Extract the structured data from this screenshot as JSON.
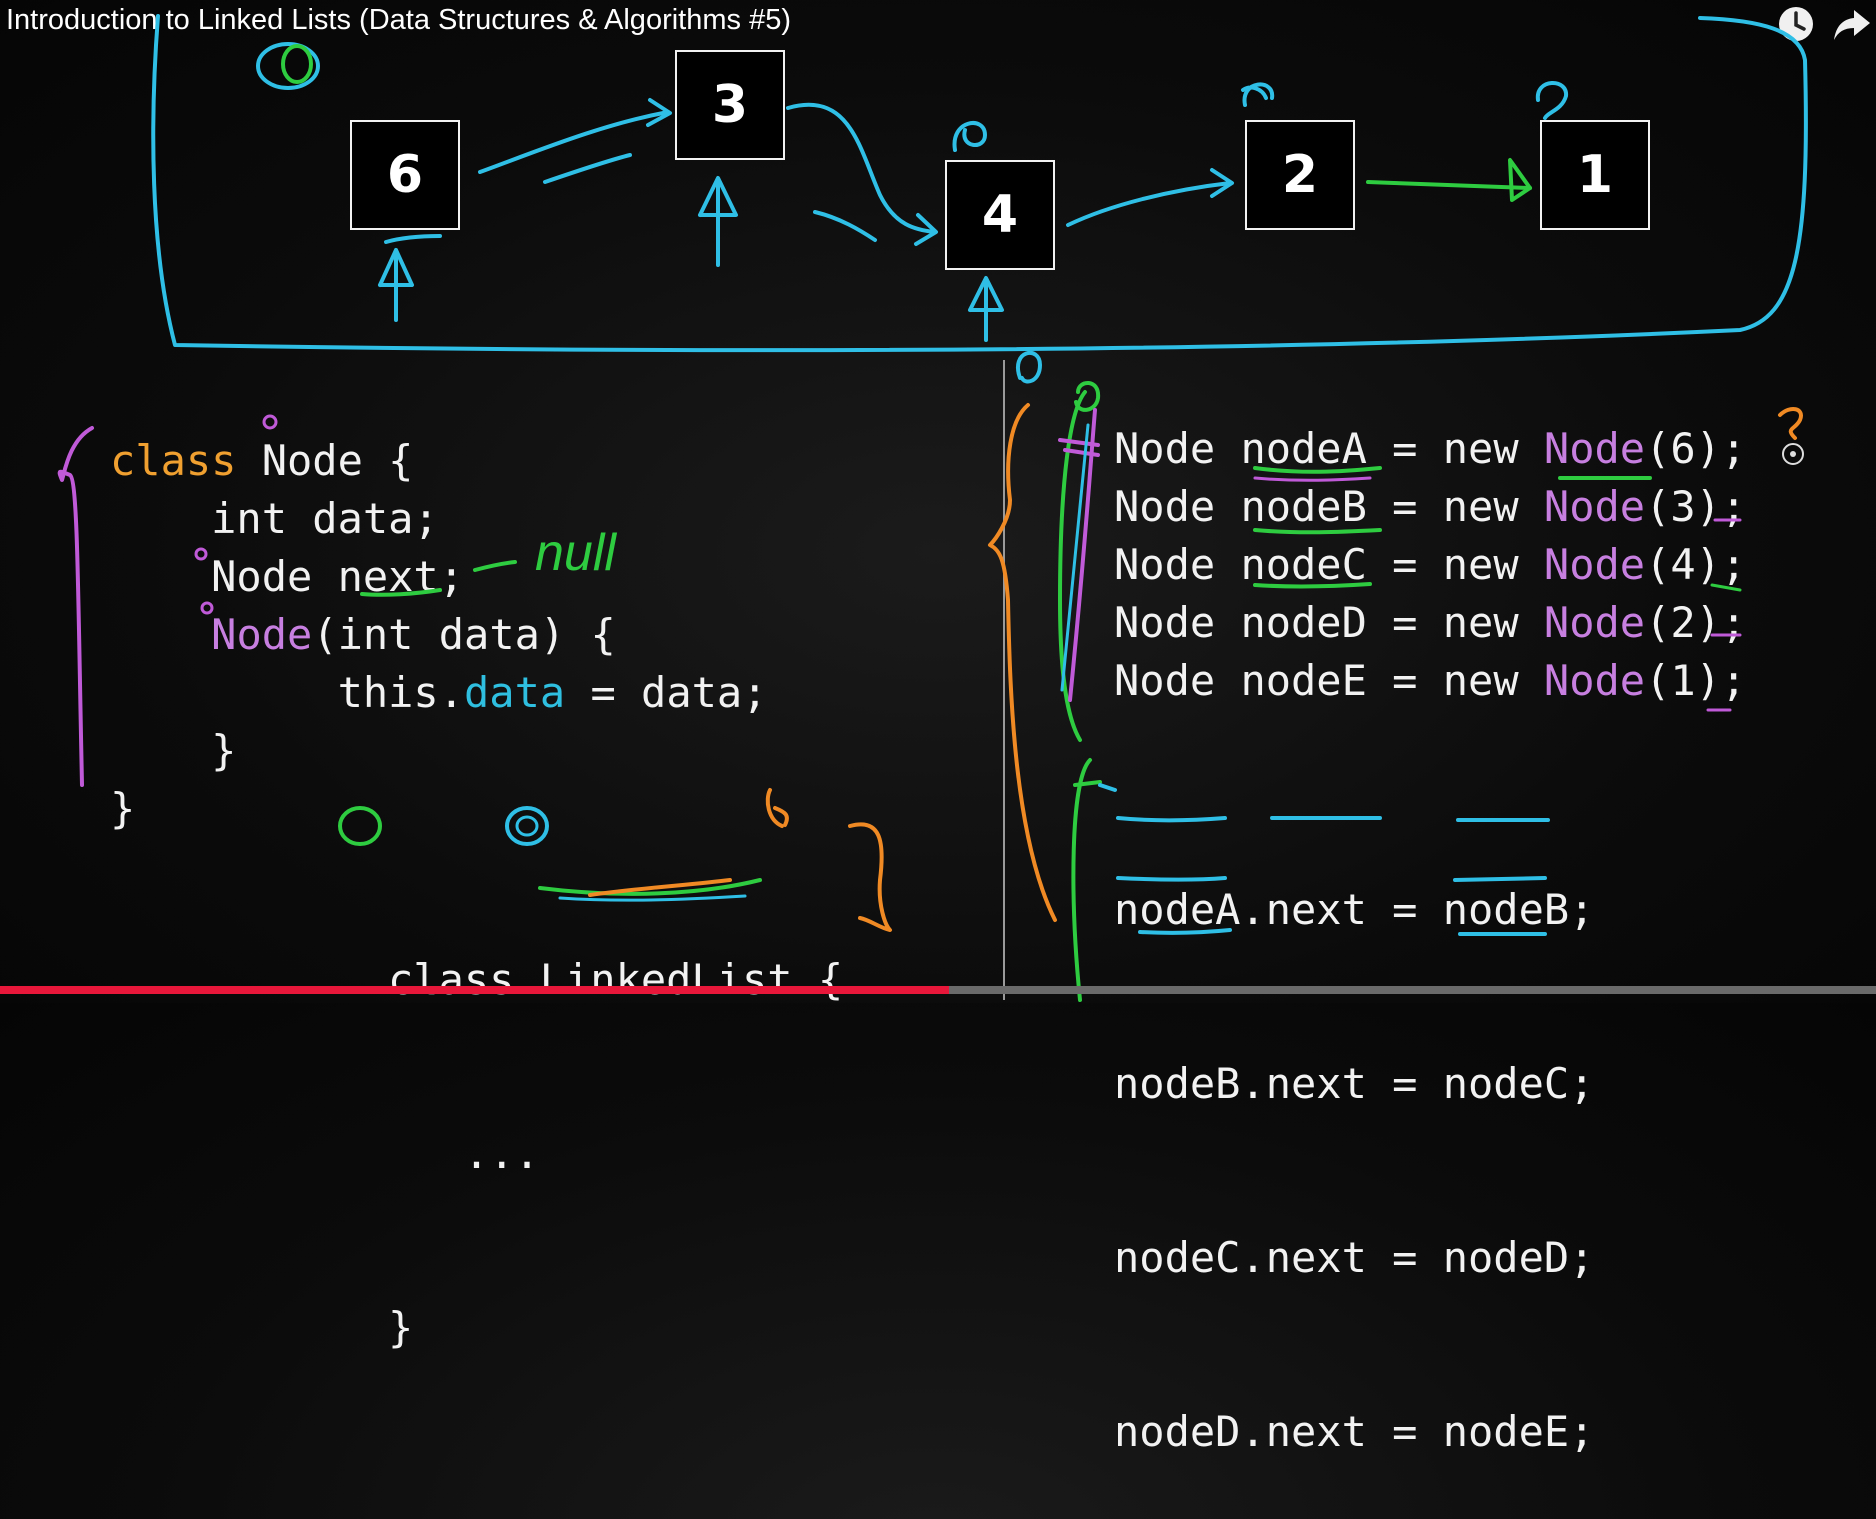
{
  "video": {
    "title": "Introduction to Linked Lists (Data Structures & Algorithms #5)",
    "progress": 0.506
  },
  "controls": {
    "watch_later_icon": "clock-icon",
    "share_icon": "share-arrow-icon"
  },
  "diagram": {
    "nodes": [
      "6",
      "3",
      "4",
      "2",
      "1"
    ]
  },
  "code_left": [
    {
      "parts": [
        {
          "t": "class ",
          "c": "kw"
        },
        {
          "t": "Node {",
          "c": "plain"
        }
      ]
    },
    {
      "parts": [
        {
          "t": "    int data;",
          "c": "plain"
        }
      ]
    },
    {
      "parts": [
        {
          "t": "    Node next;",
          "c": "plain"
        }
      ]
    },
    {
      "parts": [
        {
          "t": "    ",
          "c": "plain"
        },
        {
          "t": "Node",
          "c": "cls"
        },
        {
          "t": "(int data) {",
          "c": "plain"
        }
      ]
    },
    {
      "parts": [
        {
          "t": "         this.",
          "c": "plain"
        },
        {
          "t": "data",
          "c": "prop"
        },
        {
          "t": " = data;",
          "c": "plain"
        }
      ]
    },
    {
      "parts": [
        {
          "t": "    }",
          "c": "plain"
        }
      ]
    },
    {
      "parts": [
        {
          "t": "}",
          "c": "plain"
        }
      ]
    }
  ],
  "code_linkedlist": [
    "class LinkedList {",
    "   ...",
    "}"
  ],
  "code_right_decl": [
    {
      "type": "Node",
      "var": "nodeA",
      "kw": "new",
      "cls": "Node",
      "arg": "6"
    },
    {
      "type": "Node",
      "var": "nodeB",
      "kw": "new",
      "cls": "Node",
      "arg": "3"
    },
    {
      "type": "Node",
      "var": "nodeC",
      "kw": "new",
      "cls": "Node",
      "arg": "4"
    },
    {
      "type": "Node",
      "var": "nodeD",
      "kw": "new",
      "cls": "Node",
      "arg": "2"
    },
    {
      "type": "Node",
      "var": "nodeE",
      "kw": "new",
      "cls": "Node",
      "arg": "1"
    }
  ],
  "code_right_links": [
    "nodeA.next = nodeB;",
    "nodeB.next = nodeC;",
    "nodeC.next = nodeD;",
    "nodeD.next = nodeE;"
  ],
  "handwriting": {
    "null_note": "null"
  },
  "colors": {
    "annotation_blue": "#2fbfe6",
    "annotation_green": "#2ecc40",
    "annotation_purple": "#c05ad8",
    "annotation_orange": "#f08a24",
    "progress_red": "#e8173a"
  }
}
